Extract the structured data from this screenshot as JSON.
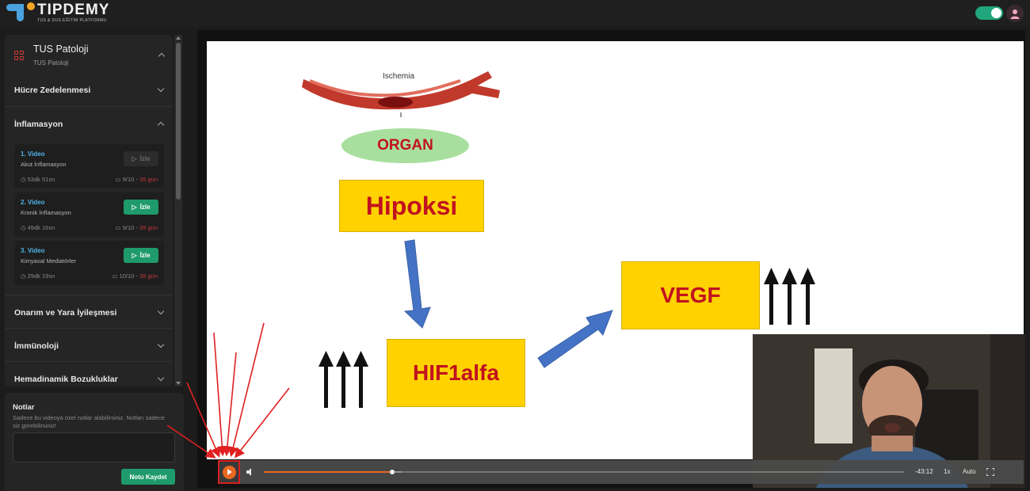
{
  "brand": {
    "name": "TIPDEMY",
    "tagline": "TUS & DUS EĞİTİM PLATFORMU"
  },
  "header": {
    "theme_toggle_on": true
  },
  "course": {
    "title": "TUS Patoloji",
    "subtitle": "TUS Patoloji"
  },
  "sections": [
    {
      "label": "Hücre Zedelenmesi",
      "expanded": false
    },
    {
      "label": "İnflamasyon",
      "expanded": true
    },
    {
      "label": "Onarım ve Yara İyileşmesi",
      "expanded": false
    },
    {
      "label": "İmmünoloji",
      "expanded": false
    },
    {
      "label": "Hemadinamik Bozukluklar",
      "expanded": false
    }
  ],
  "videos": [
    {
      "title": "1. Video",
      "subtitle": "Akut İnflamasyon",
      "duration": "53dk 51sn",
      "count": "9/10",
      "count_extra": "35 gün",
      "watch_label": "İzle",
      "enabled": false
    },
    {
      "title": "2. Video",
      "subtitle": "Kronik İnflamasyon",
      "duration": "49dk 16sn",
      "count": "9/10",
      "count_extra": "35 gün",
      "watch_label": "İzle",
      "enabled": true
    },
    {
      "title": "3. Video",
      "subtitle": "Kimyasal Mediatörler",
      "duration": "29dk 19sn",
      "count": "10/10",
      "count_extra": "35 gün",
      "watch_label": "İzle",
      "enabled": true
    }
  ],
  "notes": {
    "title": "Notlar",
    "description": "Sadece bu videoya özel notlar alabilirsiniz. Notları sadece siz görebilirsiniz!",
    "input_value": "",
    "save_label": "Notu Kaydet"
  },
  "slide": {
    "ischemia": "Ischemia",
    "organ": "ORGAN",
    "hipoksi": "Hipoksi",
    "hif": "HIF1alfa",
    "vegf": "VEGF"
  },
  "player": {
    "time_remaining": "-43:12",
    "speed": "1x",
    "quality": "Auto",
    "progress_played": 0.2,
    "progress_buffered": 0.215,
    "accent": "#f26b21"
  },
  "colors": {
    "green": "#1f9a6d",
    "link_blue": "#4fb3e8",
    "slide_yellow": "#ffd200",
    "slide_red": "#c1121f",
    "arrow_blue": "#4472c4",
    "annotation_red": "#e02020"
  }
}
